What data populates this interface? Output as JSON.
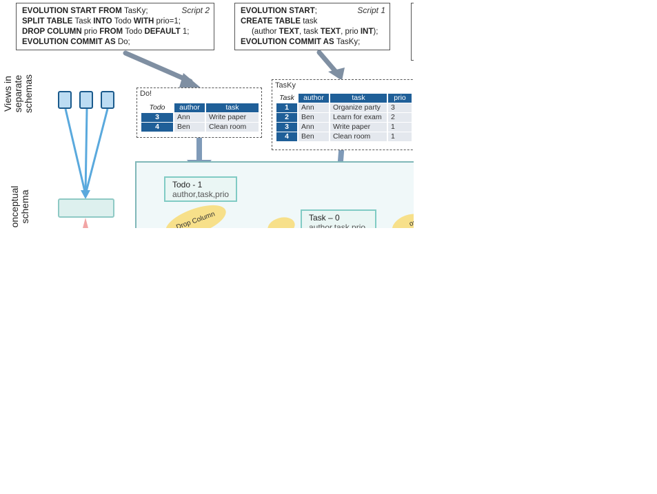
{
  "left_labels": {
    "views": [
      "Views in",
      "separate",
      "schemas"
    ],
    "conceptual": [
      "onceptual",
      "schema"
    ]
  },
  "script2": {
    "tag": "Script 2",
    "lines": [
      [
        {
          "b": "EVOLUTION START FROM "
        },
        {
          "t": "TasKy;"
        }
      ],
      [
        {
          "b": "SPLIT TABLE "
        },
        {
          "t": "Task "
        },
        {
          "b": "INTO "
        },
        {
          "t": "Todo "
        },
        {
          "b": "WITH "
        },
        {
          "t": "prio=1;"
        }
      ],
      [
        {
          "b": "DROP COLUMN "
        },
        {
          "t": "prio "
        },
        {
          "b": "FROM "
        },
        {
          "t": "Todo "
        },
        {
          "b": "DEFAULT "
        },
        {
          "t": "1;"
        }
      ],
      [
        {
          "b": "EVOLUTION COMMIT AS "
        },
        {
          "t": "Do;"
        }
      ]
    ]
  },
  "script1": {
    "tag": "Script 1",
    "lines": [
      [
        {
          "b": "EVOLUTION START"
        },
        {
          "t": ";"
        }
      ],
      [
        {
          "b": "CREATE TABLE "
        },
        {
          "t": "task"
        }
      ],
      [
        {
          "t": "     (author "
        },
        {
          "b": "TEXT"
        },
        {
          "t": ", task "
        },
        {
          "b": "TEXT"
        },
        {
          "t": ", prio "
        },
        {
          "b": "INT"
        },
        {
          "t": ");"
        }
      ],
      [
        {
          "b": "EVOLUTION COMMIT AS "
        },
        {
          "t": "TasKy;"
        }
      ]
    ]
  },
  "view_do": {
    "name": "Do!",
    "table_name": "Todo",
    "columns": [
      "author",
      "task"
    ],
    "rows": [
      {
        "id": "3",
        "author": "Ann",
        "task": "Write paper"
      },
      {
        "id": "4",
        "author": "Ben",
        "task": "Clean room"
      }
    ]
  },
  "view_tasky": {
    "name": "TasKy",
    "table_name": "Task",
    "columns": [
      "author",
      "task",
      "prio"
    ],
    "rows": [
      {
        "id": "1",
        "author": "Ann",
        "task": "Organize party",
        "prio": "3"
      },
      {
        "id": "2",
        "author": "Ben",
        "task": "Learn for exam",
        "prio": "2"
      },
      {
        "id": "3",
        "author": "Ann",
        "task": "Write paper",
        "prio": "1"
      },
      {
        "id": "4",
        "author": "Ben",
        "task": "Clean room",
        "prio": "1"
      }
    ]
  },
  "nodes": {
    "todo": {
      "title": "Todo - 1",
      "attrs": "author,task,prio"
    },
    "task": {
      "title": "Task – 0",
      "attrs": "author,task,prio"
    }
  },
  "ops": {
    "drop_column": "Drop Column",
    "partial_right": "op"
  },
  "colors": {
    "script_border": "#555555",
    "header_blue": "#1f5f98",
    "client_blue": "#5aa9dd",
    "arrow_gray": "#7f8fa2",
    "conceptual_border": "#7fb7b8",
    "op_yellow": "#f7e08a",
    "pink_arrow": "#f2a5a5"
  }
}
